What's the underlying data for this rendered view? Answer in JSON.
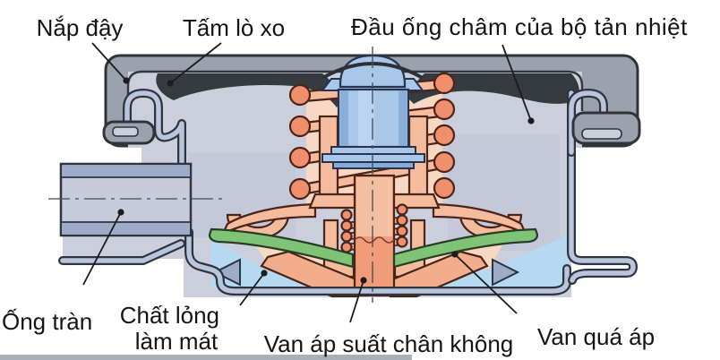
{
  "figure": {
    "type": "technical-cross-section-diagram",
    "subject": "radiator pressure cap cross-section",
    "labels": {
      "cap": "Nắp đậy",
      "spring_plate": "Tấm lò xo",
      "filler_neck": "Đầu ống châm của bộ tản nhiệt",
      "overflow_pipe": "Ống tràn",
      "coolant_line1": "Chất lỏng",
      "coolant_line2": "làm mát",
      "vacuum_valve": "Van áp suất chân không",
      "overpressure_valve": "Van quá áp"
    },
    "colors": {
      "shell": "#9ba1ad",
      "shell_outline": "#2f343a",
      "interior": "#cbcfdc",
      "interior_shade": "#bcc2d4",
      "plate": "#363b40",
      "spring": "#f4bb9d",
      "coil": "#ef8f6b",
      "spring_outline": "#4a241a",
      "valve_light": "#f7d8c3",
      "skirt": "#f2ae8c",
      "stem": "#ef9d79",
      "stem_light": "#f5c0a2",
      "dome": "#a9c7e8",
      "dome_shade": "#86abd8",
      "dome_outline": "#273450",
      "seal": "#7fc377",
      "seal_outline": "#2a3b26",
      "coolant": "#b5d9f0",
      "neck_outline": "#2e3440",
      "neck_fill": "#bac5db",
      "pipe_wall": "#9dadc9",
      "pipe_core": "#c7ccda",
      "leader": "#1c1c1c",
      "centerline": "#474e5a",
      "label": "#141414",
      "artifact": "#9aa2ab"
    }
  }
}
